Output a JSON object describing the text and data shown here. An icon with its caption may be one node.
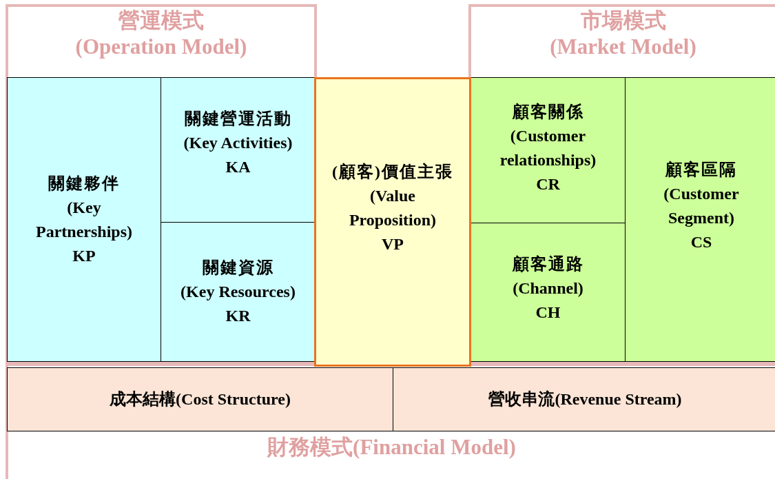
{
  "diagram": {
    "nodes": [
      {
        "text": [
          "營運模式",
          "(Operation Model)"
        ]
      },
      {
        "text": [
          "關鍵夥伴",
          "(Key Partnerships)",
          "KP"
        ],
        "in": 0
      },
      {
        "text": [
          "關鍵營運活動",
          "(Key Activities)",
          "KA"
        ],
        "in": 0
      },
      {
        "text": [
          "關鍵資源",
          "(Key Resources)",
          "KR"
        ],
        "in": 0
      },
      {
        "text": [
          "(顧客)價值主張",
          "(Value Proposition)",
          "VP"
        ]
      },
      {
        "text": [
          "市場模式",
          "(Market Model)"
        ]
      },
      {
        "text": [
          "顧客關係",
          "(Customer relationships)",
          "CR"
        ],
        "in": 5
      },
      {
        "text": [
          "顧客通路",
          "(Channel)",
          "CH"
        ],
        "in": 5
      },
      {
        "text": [
          "顧客區隔",
          "(Customer Segment)",
          "CS"
        ],
        "in": 5
      },
      {
        "text": [
          "財務模式(Financial Model)"
        ]
      },
      {
        "text": [
          "成本結構(Cost Structure)"
        ],
        "in": 9
      },
      {
        "text": [
          "營收串流(Revenue Stream)"
        ],
        "in": 9
      }
    ],
    "edges": []
  }
}
